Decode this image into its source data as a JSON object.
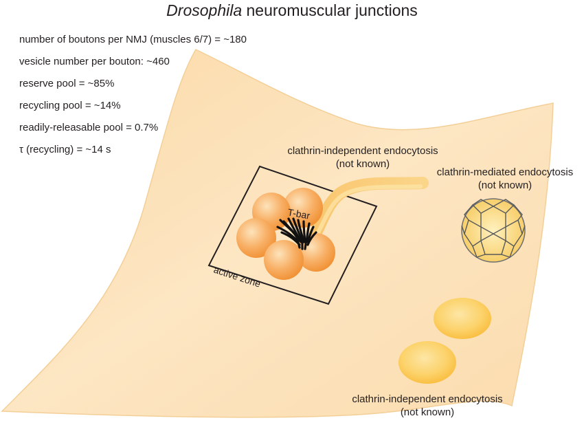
{
  "title": {
    "italic": "Drosophila",
    "rest": " neuromuscular junctions"
  },
  "stats": [
    "number of boutons per NMJ (muscles 6/7) = ~180",
    "vesicle number per bouton: ~460",
    "reserve pool = ~85%",
    "recycling pool = ~14%",
    "readily-releasable pool = 0.7%",
    "τ (recycling) = ~14 s"
  ],
  "labels": {
    "cie_top_line1": "clathrin-independent endocytosis",
    "cie_top_line2": "(not known)",
    "cme_line1": "clathrin-mediated endocytosis",
    "cme_line2": "(not known)",
    "cie_bottom_line1": "clathrin-independent endocytosis",
    "cie_bottom_line2": "(not known)",
    "tbar": "T-bar",
    "active_zone": "active zone"
  },
  "colors": {
    "membrane": "#fde5bf",
    "membrane_edge": "#f2cf99",
    "vesicle": "#f7a14a",
    "vesicle_light": "#fcd7a4",
    "endosome": "#fbc24c",
    "outline": "#231f20"
  }
}
